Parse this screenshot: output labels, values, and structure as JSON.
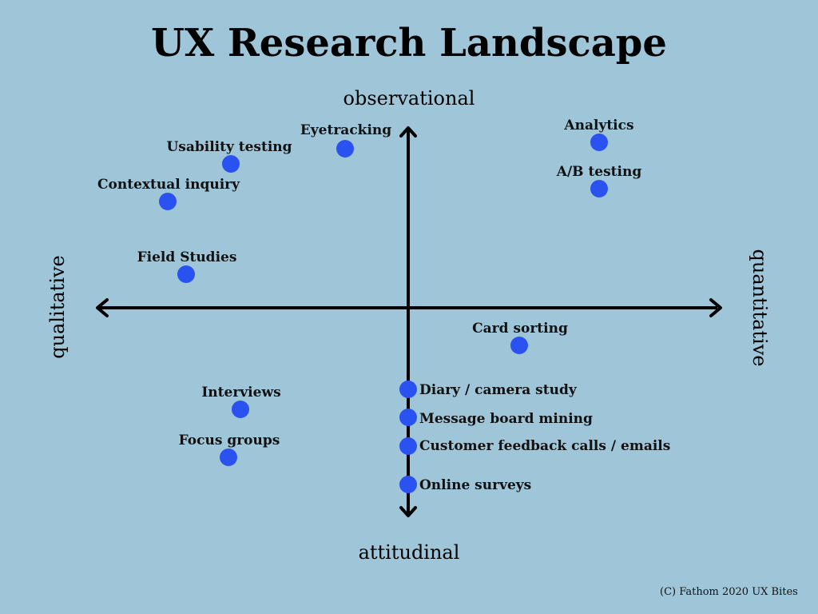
{
  "title": "UX Research Landscape",
  "axes": {
    "top": "observational",
    "bottom": "attitudinal",
    "left": "qualitative",
    "right": "quantitative"
  },
  "copyright": "(C) Fathom 2020 UX Bites",
  "colors": {
    "background": "#9fc5d8",
    "dot": "#2a52f0",
    "axis": "#000000"
  },
  "methods": [
    "Eyetracking",
    "Usability testing",
    "Contextual inquiry",
    "Field Studies",
    "Analytics",
    "A/B testing",
    "Card sorting",
    "Interviews",
    "Focus groups",
    "Diary / camera study",
    "Message board mining",
    "Customer feedback calls / emails",
    "Online surveys"
  ]
}
